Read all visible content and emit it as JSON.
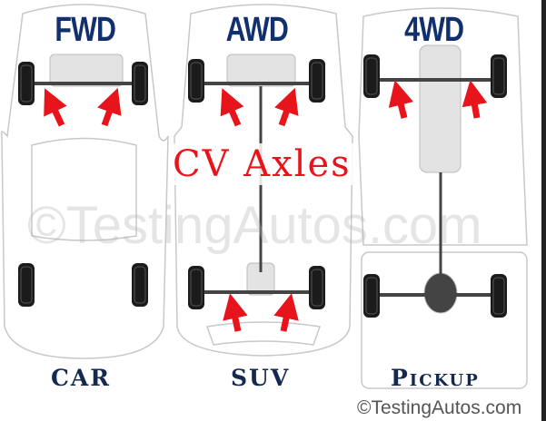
{
  "titles": {
    "fwd": "FWD",
    "awd": "AWD",
    "four_wd": "4WD"
  },
  "callout": "CV Axles",
  "watermark": "©TestingAutos.com",
  "labels": {
    "car": "CAR",
    "suv": "SUV",
    "pickup": "Pickup"
  },
  "copyright": "©TestingAutos.com",
  "colors": {
    "title": "#12306e",
    "arrow": "#e8141b",
    "label": "#14294f"
  }
}
